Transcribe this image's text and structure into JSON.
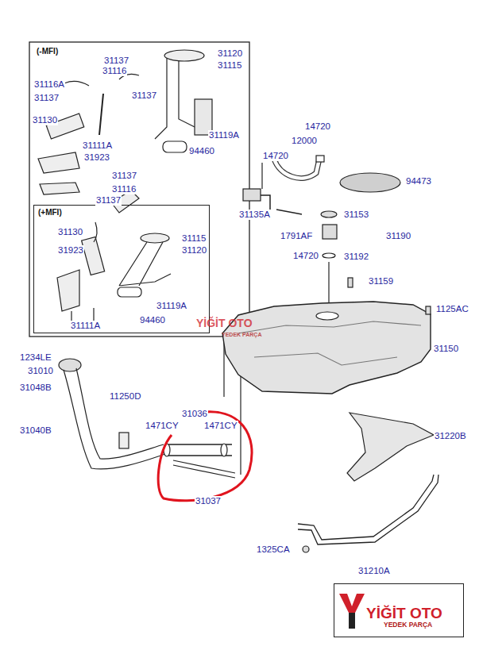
{
  "diagram": {
    "nodes": [
      {
        "text": [
          "(-MFI)"
        ]
      },
      {
        "text": [
          "(+MFI)"
        ]
      },
      {
        "text": [
          "YİĞİT OTO",
          "YEDEK PARÇA"
        ]
      }
    ],
    "labels": [
      "31137",
      "31120",
      "31116",
      "31115",
      "31116A",
      "31137",
      "31137",
      "31130",
      "31111A",
      "31119A",
      "31923",
      "94460",
      "31137",
      "31116",
      "31137",
      "31130",
      "31115",
      "31120",
      "31923",
      "31119A",
      "94460",
      "31111A",
      "14720",
      "12000",
      "14720",
      "94473",
      "31135A",
      "31153",
      "31190",
      "1791AF",
      "14720",
      "31192",
      "31159",
      "1125AC",
      "31150",
      "1234LE",
      "31010",
      "31048B",
      "31040B",
      "11250D",
      "1471CY",
      "31036",
      "1471CY",
      "31037",
      "31220B",
      "1325CA",
      "31210A",
      "YİĞİT OTO",
      "YEDEK PARÇA"
    ]
  }
}
